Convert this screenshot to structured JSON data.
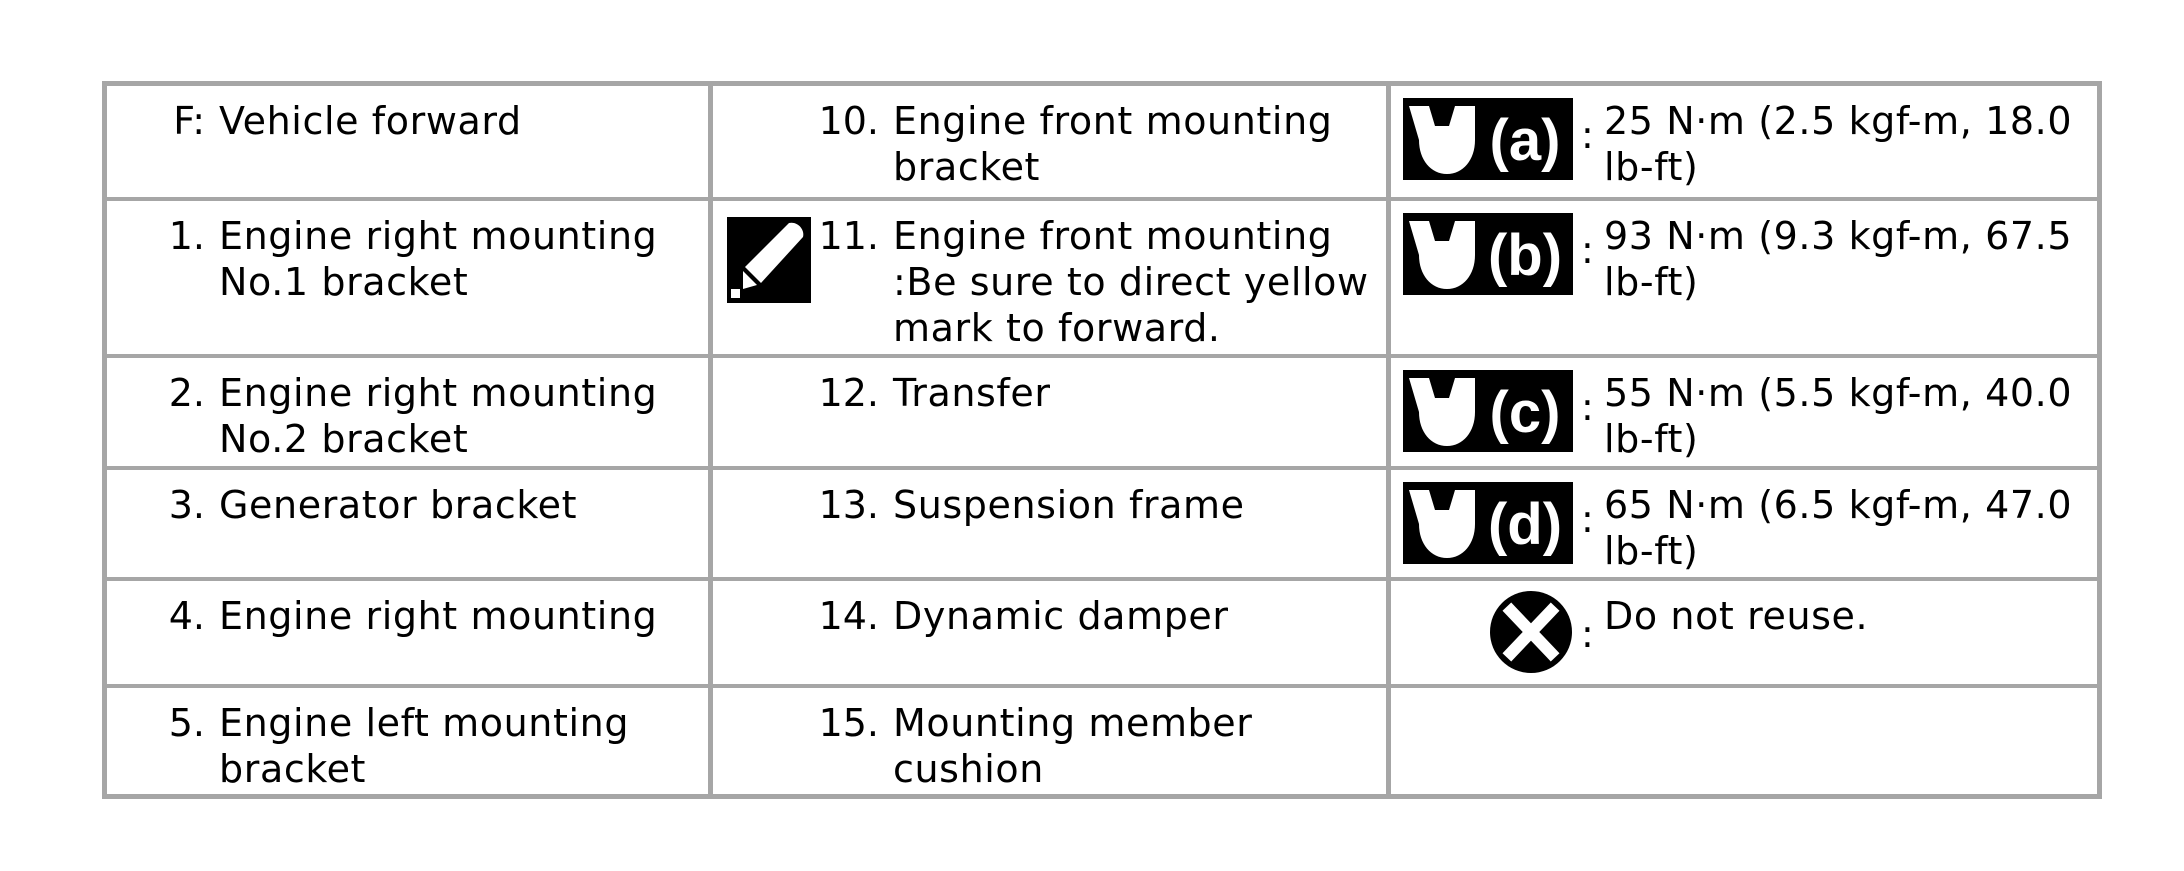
{
  "rows": [
    {
      "c1": {
        "num": "F:",
        "text": "Vehicle forward"
      },
      "c2": {
        "num": "10.",
        "text": "Engine front mounting bracket"
      },
      "c3": {
        "icon": "torque-wrench-icon",
        "badge": "(a)",
        "text": "25 N·m (2.5 kgf-m, 18.0 lb-ft)"
      }
    },
    {
      "c1": {
        "num": "1.",
        "text": "Engine right mounting No.1 bracket"
      },
      "c2": {
        "num": "11.",
        "icon": "note-pen-icon",
        "text": "Engine front mounting :Be sure to direct yellow mark to forward."
      },
      "c3": {
        "icon": "torque-wrench-icon",
        "badge": "(b)",
        "text": "93 N·m (9.3 kgf-m, 67.5 lb-ft)"
      }
    },
    {
      "c1": {
        "num": "2.",
        "text": "Engine right mounting No.2 bracket"
      },
      "c2": {
        "num": "12.",
        "text": "Transfer"
      },
      "c3": {
        "icon": "torque-wrench-icon",
        "badge": "(c)",
        "text": "55 N·m (5.5 kgf-m, 40.0 lb-ft)"
      }
    },
    {
      "c1": {
        "num": "3.",
        "text": "Generator bracket"
      },
      "c2": {
        "num": "13.",
        "text": "Suspension frame"
      },
      "c3": {
        "icon": "torque-wrench-icon",
        "badge": "(d)",
        "text": "65 N·m (6.5 kgf-m, 47.0 lb-ft)"
      }
    },
    {
      "c1": {
        "num": "4.",
        "text": "Engine right mounting"
      },
      "c2": {
        "num": "14.",
        "text": "Dynamic damper"
      },
      "c3": {
        "icon": "do-not-reuse-icon",
        "text": "Do not reuse."
      }
    },
    {
      "c1": {
        "num": "5.",
        "text": "Engine left mounting bracket"
      },
      "c2": {
        "num": "15.",
        "text": "Mounting member cushion"
      },
      "c3": {
        "text": ""
      }
    }
  ]
}
